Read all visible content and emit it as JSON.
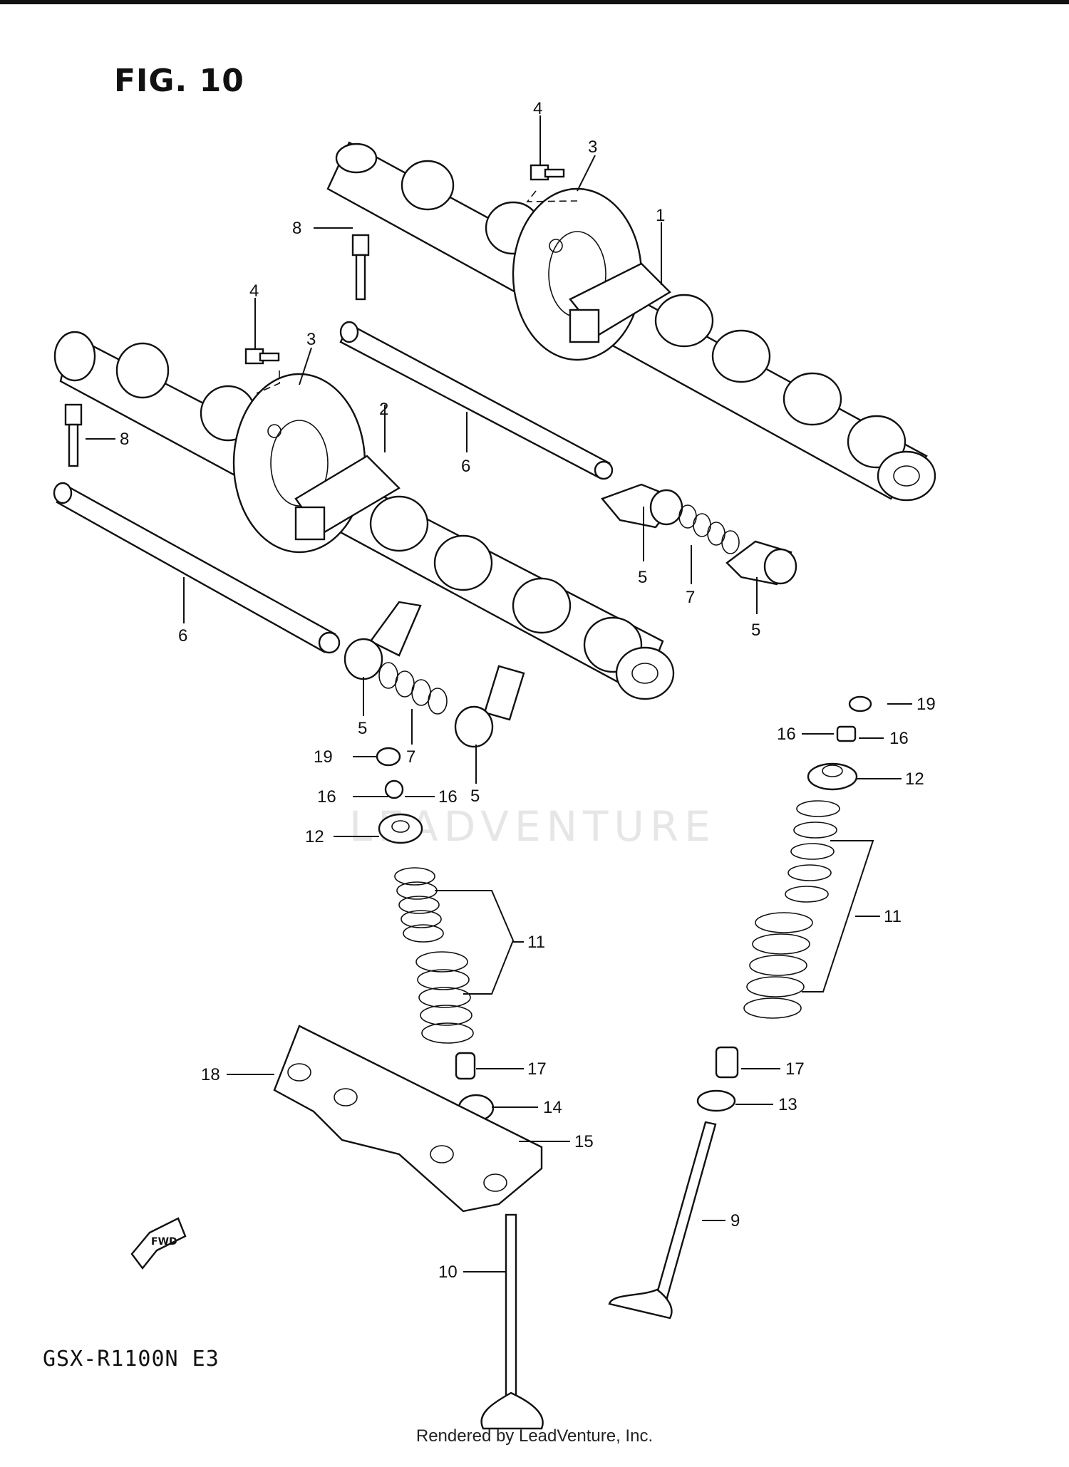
{
  "figure_title": "FIG. 10",
  "model_code": "GSX-R1100N E3",
  "footer": "Rendered by LeadVenture, Inc.",
  "watermark": "LEADVENTURE",
  "fwd_label": "FWD",
  "callouts": {
    "c1": "1",
    "c2": "2",
    "c3a": "3",
    "c3b": "3",
    "c4a": "4",
    "c4b": "4",
    "c5a": "5",
    "c5b": "5",
    "c5c": "5",
    "c5d": "5",
    "c6a": "6",
    "c6b": "6",
    "c7a": "7",
    "c7b": "7",
    "c8a": "8",
    "c8b": "8",
    "c9": "9",
    "c10": "10",
    "c11a": "11",
    "c11b": "11",
    "c12a": "12",
    "c12b": "12",
    "c13": "13",
    "c14": "14",
    "c15": "15",
    "c16a": "16",
    "c16b": "16",
    "c16c": "16",
    "c16d": "16",
    "c17a": "17",
    "c17b": "17",
    "c18": "18",
    "c19a": "19",
    "c19b": "19"
  }
}
